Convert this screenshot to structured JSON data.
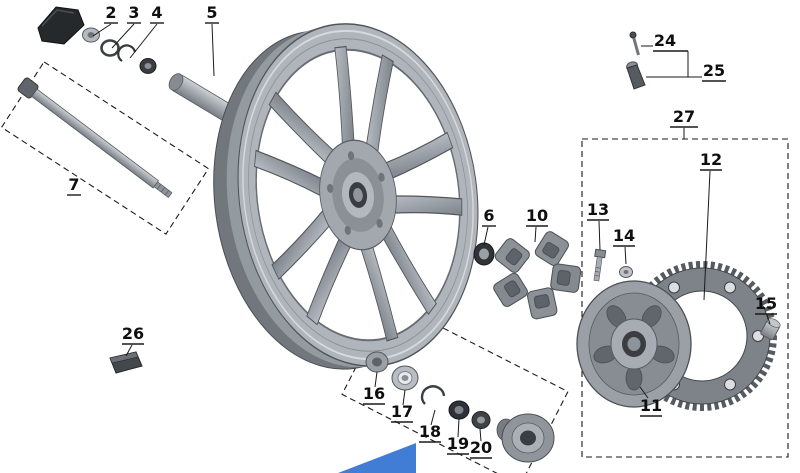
{
  "watermark": {
    "color": "#2e6fd0"
  },
  "callouts": {
    "n2": "2",
    "n3": "3",
    "n4": "4",
    "n5": "5",
    "n6": "6",
    "n7": "7",
    "n10": "10",
    "n11": "11",
    "n12": "12",
    "n13": "13",
    "n14": "14",
    "n15": "15",
    "n16": "16",
    "n17": "17",
    "n18": "18",
    "n19": "19",
    "n20": "20",
    "n24": "24",
    "n25": "25",
    "n26": "26",
    "n27": "27"
  }
}
